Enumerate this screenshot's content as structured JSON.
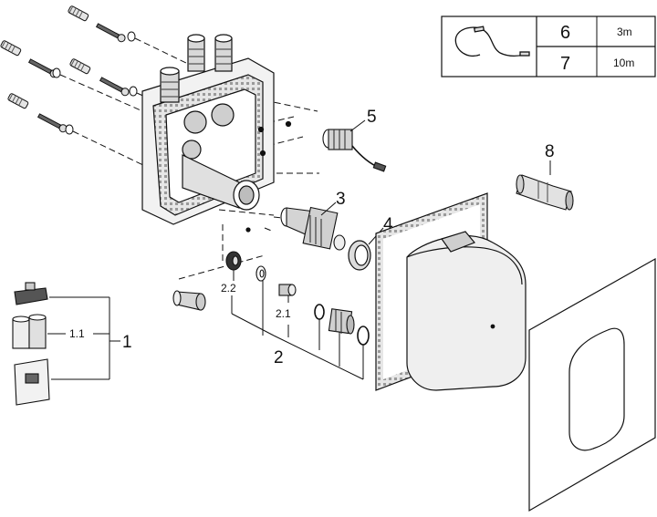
{
  "callouts": {
    "c1": "1",
    "c1_1": "1.1",
    "c2": "2",
    "c2_1": "2.1",
    "c2_2": "2.2",
    "c3": "3",
    "c4": "4",
    "c5": "5",
    "c8": "8"
  },
  "cable_table": {
    "rows": [
      {
        "item": "6",
        "length": "3m"
      },
      {
        "item": "7",
        "length": "10m"
      }
    ]
  },
  "colors": {
    "line": "#111111",
    "part_fill": "#dcdcdc",
    "part_dark": "#8a8a8a"
  }
}
